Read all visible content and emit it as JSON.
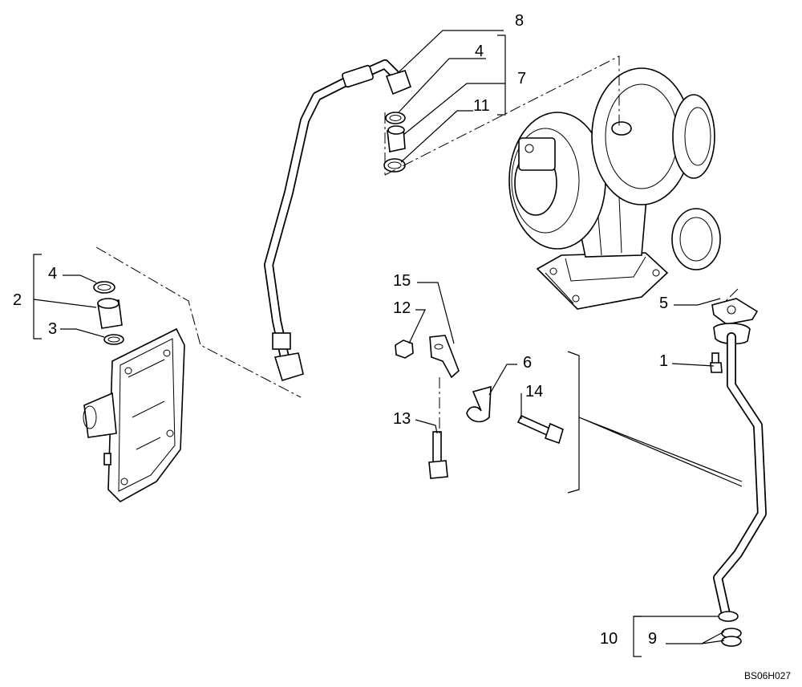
{
  "callouts": {
    "c1": "1",
    "c2": "2",
    "c3": "3",
    "c4_left": "4",
    "c4_top": "4",
    "c5": "5",
    "c6": "6",
    "c7": "7",
    "c8": "8",
    "c9": "9",
    "c10": "10",
    "c11": "11",
    "c12": "12",
    "c13": "13",
    "c14": "14",
    "c15": "15"
  },
  "drawing_code": "BS06H027"
}
